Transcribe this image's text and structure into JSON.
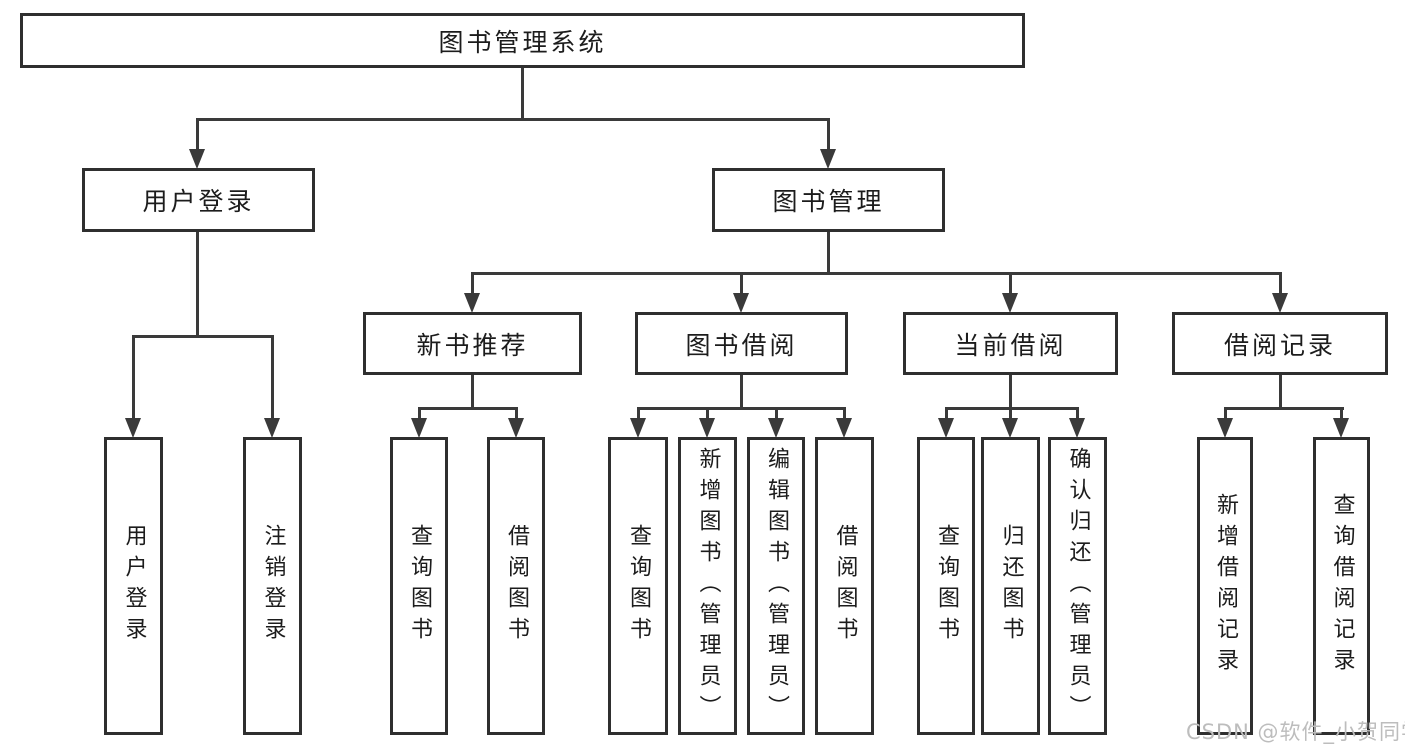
{
  "colors": {
    "background": "#ffffff",
    "box_border": "#2f2f2f",
    "connector_line": "#3a3a3a",
    "text": "#1c1c1c",
    "watermark_text": "#bdbdbd"
  },
  "watermark": {
    "text": "CSDN @软件_小贺同学"
  },
  "tree": {
    "label": "图书管理系统",
    "children": [
      {
        "label": "用户登录",
        "children": [
          {
            "label": "用户登录"
          },
          {
            "label": "注销登录"
          }
        ]
      },
      {
        "label": "图书管理",
        "children": [
          {
            "label": "新书推荐",
            "children": [
              {
                "label": "查询图书"
              },
              {
                "label": "借阅图书"
              }
            ]
          },
          {
            "label": "图书借阅",
            "children": [
              {
                "label": "查询图书"
              },
              {
                "label": "新增图书（管理员）"
              },
              {
                "label": "编辑图书（管理员）"
              },
              {
                "label": "借阅图书"
              }
            ]
          },
          {
            "label": "当前借阅",
            "children": [
              {
                "label": "查询图书"
              },
              {
                "label": "归还图书"
              },
              {
                "label": "确认归还（管理员）"
              }
            ]
          },
          {
            "label": "借阅记录",
            "children": [
              {
                "label": "新增借阅记录"
              },
              {
                "label": "查询借阅记录"
              }
            ]
          }
        ]
      }
    ]
  }
}
